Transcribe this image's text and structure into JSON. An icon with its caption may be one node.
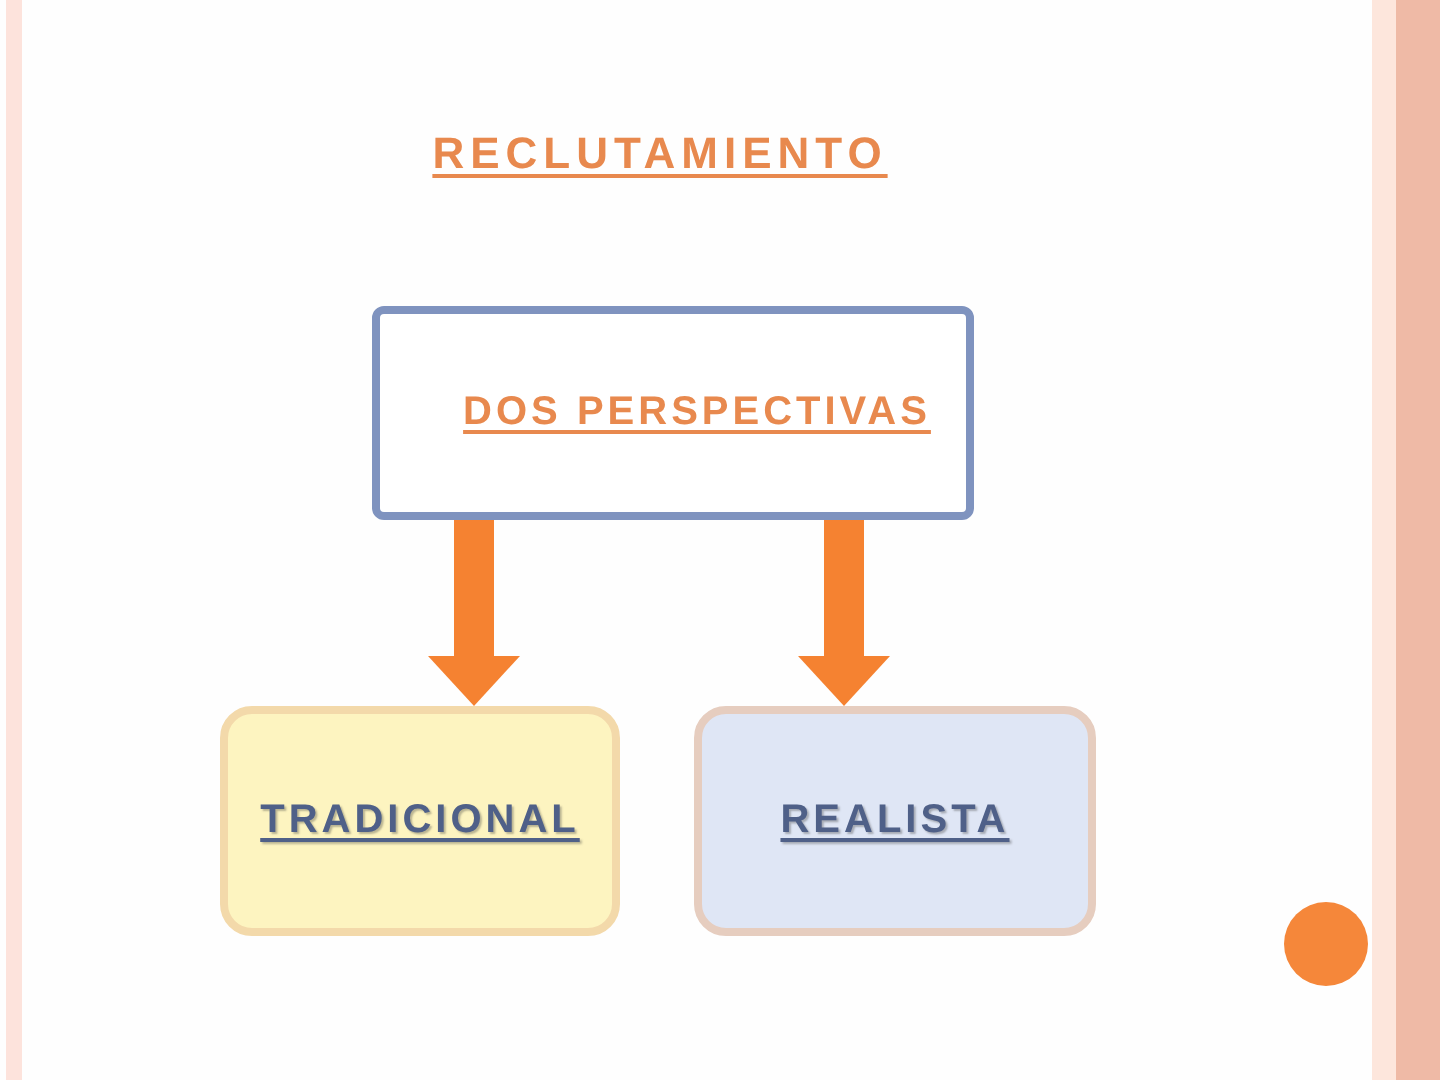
{
  "diagram": {
    "title": "RECLUTAMIENTO",
    "nodes": [
      {
        "text": [
          "DOS PERSPECTIVAS"
        ]
      },
      {
        "text": [
          "TRADICIONAL"
        ]
      },
      {
        "text": [
          "REALISTA"
        ]
      }
    ],
    "edges": [
      {
        "from": 0,
        "to": 1,
        "arrow": "to"
      },
      {
        "from": 0,
        "to": 2,
        "arrow": "to"
      }
    ]
  }
}
